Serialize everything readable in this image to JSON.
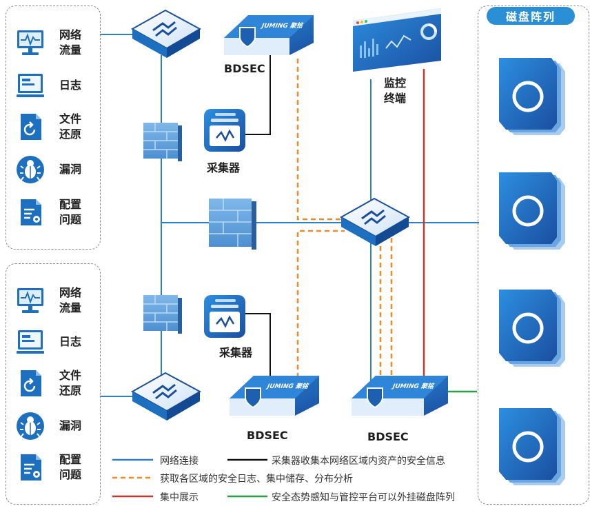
{
  "zone_top": {
    "items": [
      {
        "label": "网络\n流量",
        "icon": "monitor-chart-icon"
      },
      {
        "label": "日志",
        "icon": "terminal-log-icon"
      },
      {
        "label": "文件\n还原",
        "icon": "file-restore-icon"
      },
      {
        "label": "漏洞",
        "icon": "bug-icon"
      },
      {
        "label": "配置\n问题",
        "icon": "config-file-icon"
      }
    ]
  },
  "zone_bottom": {
    "items": [
      {
        "label": "网络\n流量",
        "icon": "monitor-chart-icon"
      },
      {
        "label": "日志",
        "icon": "terminal-log-icon"
      },
      {
        "label": "文件\n还原",
        "icon": "file-restore-icon"
      },
      {
        "label": "漏洞",
        "icon": "bug-icon"
      },
      {
        "label": "配置\n问题",
        "icon": "config-file-icon"
      }
    ]
  },
  "devices": {
    "bdsec_label": "BDSEC",
    "bdsec_brand": "JUMING 聚铭",
    "collector_label": "采集器",
    "monitor_label": "监控\n终端"
  },
  "disk_array": {
    "title": "磁盘阵列",
    "count": 4
  },
  "legend": [
    {
      "text": "网络连接",
      "color": "#2f7fc4",
      "style": "solid"
    },
    {
      "text": "采集器收集本网络区域内资产的安全信息",
      "color": "#111111",
      "style": "solid"
    },
    {
      "text": "获取各区域的安全日志、集中储存、分布分析",
      "color": "#f08a24",
      "style": "dashed"
    },
    {
      "text": "集中展示",
      "color": "#c0392b",
      "style": "solid"
    },
    {
      "text": "安全态势感知与管控平台可以外挂磁盘阵列",
      "color": "#2e9e44",
      "style": "solid"
    }
  ],
  "colors": {
    "blue": "#2f7fc4",
    "dark_blue": "#1b4f9c",
    "orange": "#f08a24",
    "red": "#c0392b",
    "green": "#2e9e44"
  }
}
